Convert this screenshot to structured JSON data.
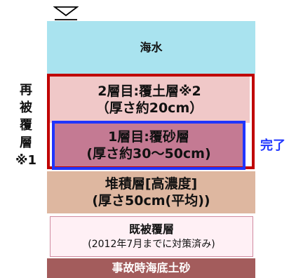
{
  "water_symbol": "water-level-marker",
  "seawater": {
    "label": "海水"
  },
  "recovering_label": {
    "lines": [
      "再",
      "被",
      "覆",
      "層",
      "※1"
    ]
  },
  "layer2": {
    "line1": "2層目:覆土層※2",
    "line2": "（厚さ約20cm）"
  },
  "layer1": {
    "line1": "1層目:覆砂層",
    "line2": "(厚さ約30～50cm)"
  },
  "status": {
    "label": "完了"
  },
  "sediment": {
    "line1": "堆積層[高濃度]",
    "line2": "(厚さ50cm(平均))"
  },
  "existing": {
    "line1": "既被覆層",
    "line2": "(2012年7月までに対策済み)"
  },
  "soil": {
    "label": "事故時海底土砂"
  },
  "colors": {
    "seawater": "#a9e3ef",
    "layer2": "#f0c8c8",
    "layer1": "#c47a93",
    "sediment": "#deb7a0",
    "existing": "#fff0f5",
    "soil": "#a35c5c",
    "recovering_frame": "#c00000",
    "layer1_frame": "#1f35ff",
    "done_text": "#1f35ff"
  }
}
